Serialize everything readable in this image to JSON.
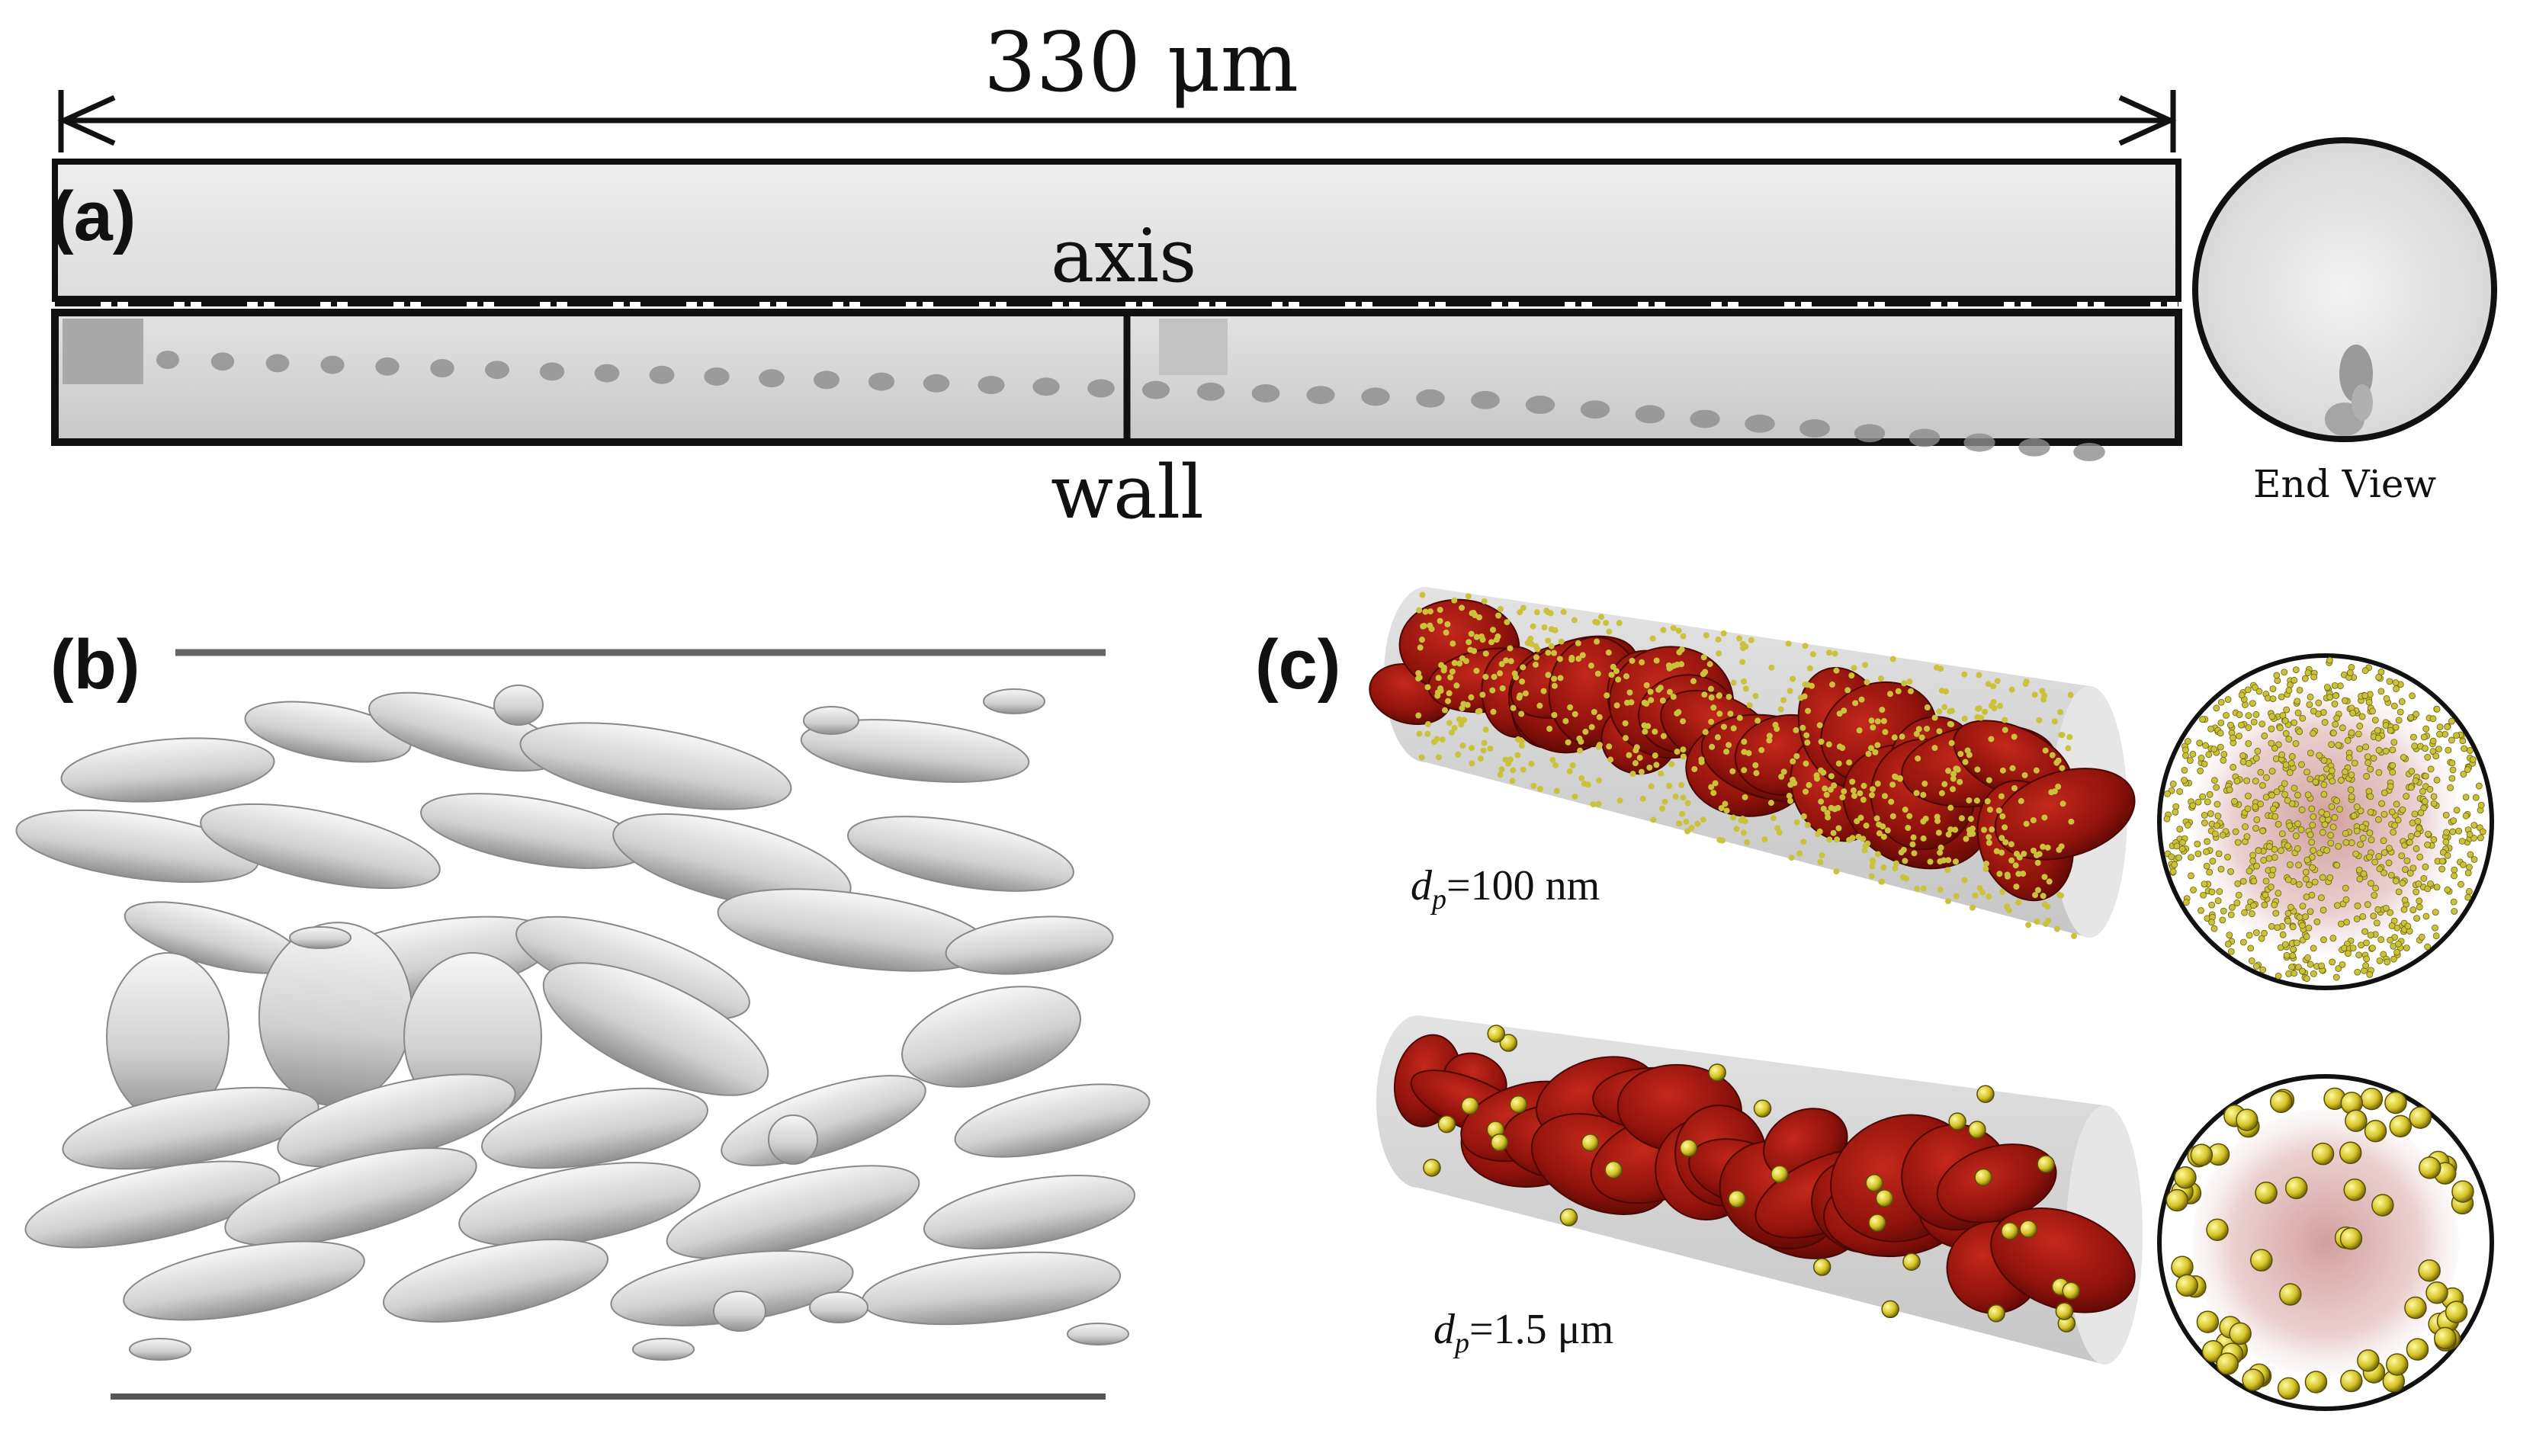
{
  "figure": {
    "panel_a": {
      "letter": "(a)",
      "length_label": "330 μm",
      "axis_label": "axis",
      "wall_label": "wall",
      "end_view_label": "End View"
    },
    "panel_b": {
      "letter": "(b)"
    },
    "panel_c": {
      "letter": "(c)",
      "top_label": {
        "symbol": "d",
        "subscript": "p",
        "value": "=100 nm"
      },
      "bottom_label": {
        "symbol": "d",
        "subscript": "p",
        "value": "=1.5 μm"
      }
    }
  },
  "colors": {
    "rbc_red": "#8e120b",
    "particle_yellow": "#c9c23a",
    "vessel_gray": "#d4d4d4",
    "cell_gray": "#cfcfcf"
  }
}
